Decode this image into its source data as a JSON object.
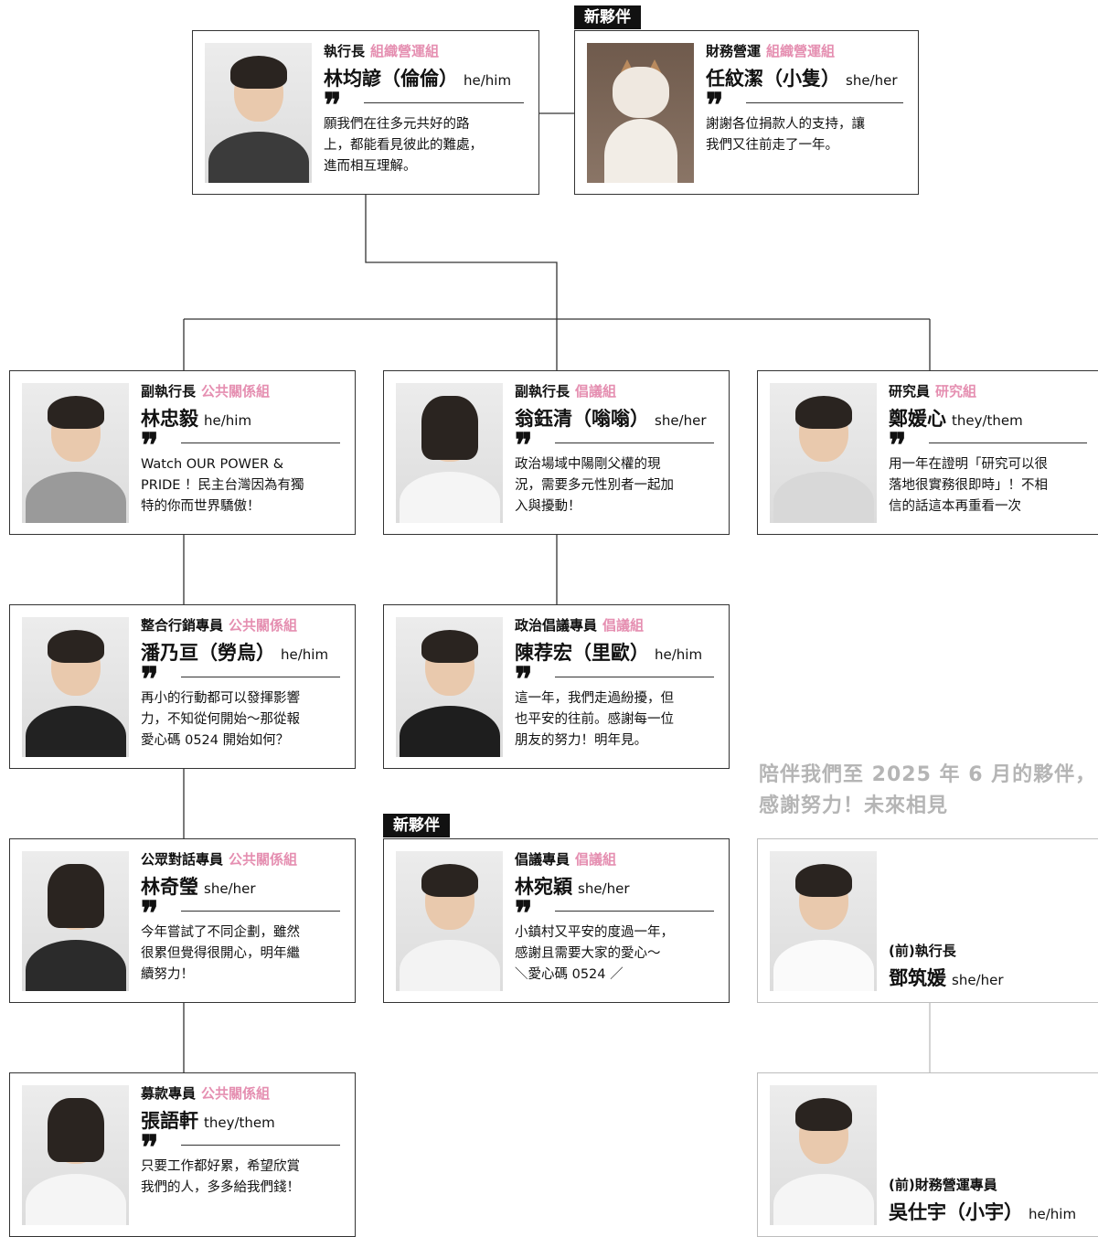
{
  "colors": {
    "accent": "#e58fb1",
    "line": "#333333",
    "past_title": "#b5b5b5"
  },
  "new_partner_label": "新夥伴",
  "quote_icon": "quote-icon",
  "members": {
    "ceo": {
      "role": "執行長",
      "dept": "組織營運組",
      "name": "林均諺（倫倫）",
      "pronouns": "he/him",
      "quote": "願我們在往多元共好的路\n上，都能看見彼此的難處，\n進而相互理解。"
    },
    "finance": {
      "role": "財務營運",
      "dept": "組織營運組",
      "name": "任紋潔（小隻）",
      "pronouns": "she/her",
      "quote": "謝謝各位捐款人的支持，讓\n我們又往前走了一年。"
    },
    "vice_pr": {
      "role": "副執行長",
      "dept": "公共關係組",
      "name": "林忠毅",
      "pronouns": "he/him",
      "quote": "Watch OUR POWER &\nPRIDE ！民主台灣因為有獨\n特的你而世界驕傲！"
    },
    "vice_adv": {
      "role": "副執行長",
      "dept": "倡議組",
      "name": "翁鈺清（嗡嗡）",
      "pronouns": "she/her",
      "quote": "政治場域中陽剛父權的現\n況，需要多元性別者一起加\n入與擾動！"
    },
    "researcher": {
      "role": "研究員",
      "dept": "研究組",
      "name": "鄭媛心",
      "pronouns": "they/them",
      "quote": "用一年在證明「研究可以很\n落地很實務很即時」！不相\n信的話這本再重看一次"
    },
    "marketing": {
      "role": "整合行銷專員",
      "dept": "公共關係組",
      "name": "潘乃亘（勞烏）",
      "pronouns": "he/him",
      "quote": "再小的行動都可以發揮影響\n力，不知從何開始～那從報\n愛心碼 0524 開始如何？"
    },
    "political": {
      "role": "政治倡議專員",
      "dept": "倡議組",
      "name": "陳荐宏（里歐）",
      "pronouns": "he/him",
      "quote": "這一年，我們走過紛擾，但\n也平安的往前。感謝每一位\n朋友的努力！明年見。"
    },
    "dialogue": {
      "role": "公眾對話專員",
      "dept": "公共關係組",
      "name": "林奇瑩",
      "pronouns": "she/her",
      "quote": "今年嘗試了不同企劃，雖然\n很累但覺得很開心，明年繼\n續努力！"
    },
    "advocacy": {
      "role": "倡議專員",
      "dept": "倡議組",
      "name": "林宛穎",
      "pronouns": "she/her",
      "quote": "小鎮村又平安的度過一年，\n感謝且需要大家的愛心～\n＼愛心碼 0524 ／"
    },
    "fundraising": {
      "role": "募款專員",
      "dept": "公共關係組",
      "name": "張語軒",
      "pronouns": "they/them",
      "quote": "只要工作都好累，希望欣賞\n我們的人，多多給我們錢！"
    }
  },
  "past": {
    "title": "陪伴我們至 2025 年 6 月的夥伴，感謝努力！未來相見",
    "former_ceo": {
      "role": "(前)執行長",
      "name": "鄧筑媛",
      "pronouns": "she/her"
    },
    "former_finance": {
      "role": "(前)財務營運專員",
      "name": "吳仕宇（小宇）",
      "pronouns": "he/him"
    }
  }
}
